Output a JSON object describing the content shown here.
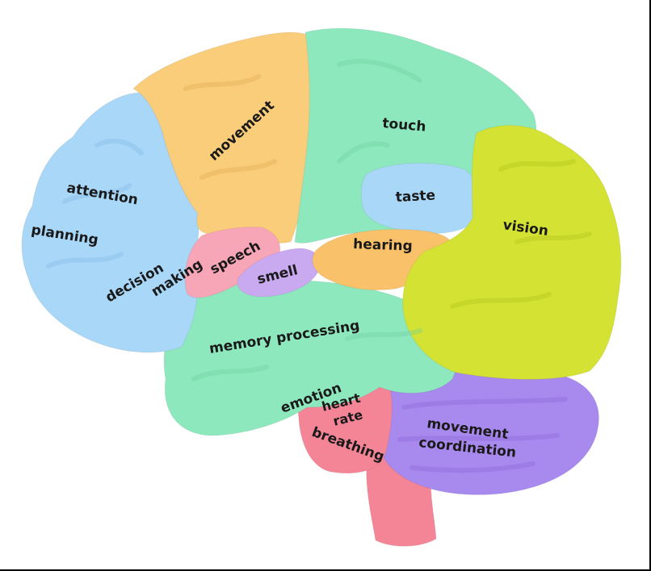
{
  "labels": {
    "attention": "attention",
    "planning": "planning",
    "decision": "decision",
    "making": "making",
    "movement": "movement",
    "speech": "speech",
    "smell": "smell",
    "touch": "touch",
    "taste": "taste",
    "hearing": "hearing",
    "vision": "vision",
    "memory_processing": "memory processing",
    "emotion": "emotion",
    "heart": "heart",
    "rate": "rate",
    "breathing": "breathing",
    "movement_coordination_1": "movement",
    "movement_coordination_2": "coordination"
  },
  "colors": {
    "frontal_blue": "#a9d7f7",
    "motor_orange": "#f9cd7a",
    "speech_pink": "#f7a6b8",
    "smell_purple": "#c9a9f0",
    "parietal_green": "#8ee8be",
    "taste_blue": "#a9d7f7",
    "hearing_orange": "#f9c26a",
    "occipital_yellow": "#d3e233",
    "temporal_green": "#8ee8be",
    "brainstem_pink": "#f38597",
    "cerebellum_purple": "#a889ee"
  }
}
